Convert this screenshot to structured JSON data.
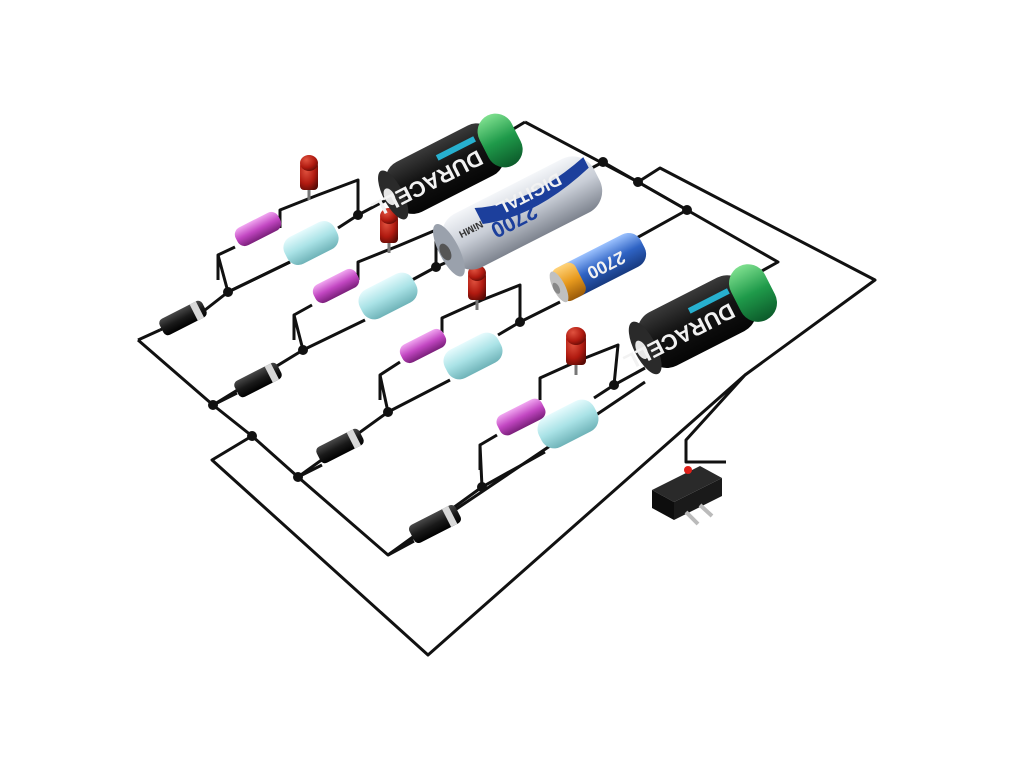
{
  "colors": {
    "background": "#ffffff",
    "wire": "#111111",
    "led": "#b01a10",
    "resistor": "#c247c2",
    "capacitor": "#a9e2e6",
    "diode": "#1a1a1a",
    "duracell_green": "#1f9a4a",
    "duracell_body": "#141414",
    "digital_body": "#c8cdd6",
    "digital_blue": "#1c3f9c",
    "small_cell_blue": "#2f63c4",
    "small_cell_orange": "#e79a1e"
  },
  "batteries": {
    "duracell_top": {
      "brand": "DURACELL",
      "icon": "duracell-aa-battery"
    },
    "digital": {
      "brand": "DIGITAL",
      "capacity": "2700",
      "chem": "NiMH",
      "icon": "digital-aa-battery"
    },
    "small_cell": {
      "capacity": "2700",
      "icon": "small-cylindrical-cell"
    },
    "duracell_right": {
      "brand": "DURACELL",
      "icon": "duracell-aa-battery"
    }
  },
  "components": {
    "branches": 4,
    "per_branch": [
      "diode-icon",
      "resistor-icon",
      "capacitor-icon",
      "led-icon"
    ],
    "switch": "slide-switch-icon"
  }
}
